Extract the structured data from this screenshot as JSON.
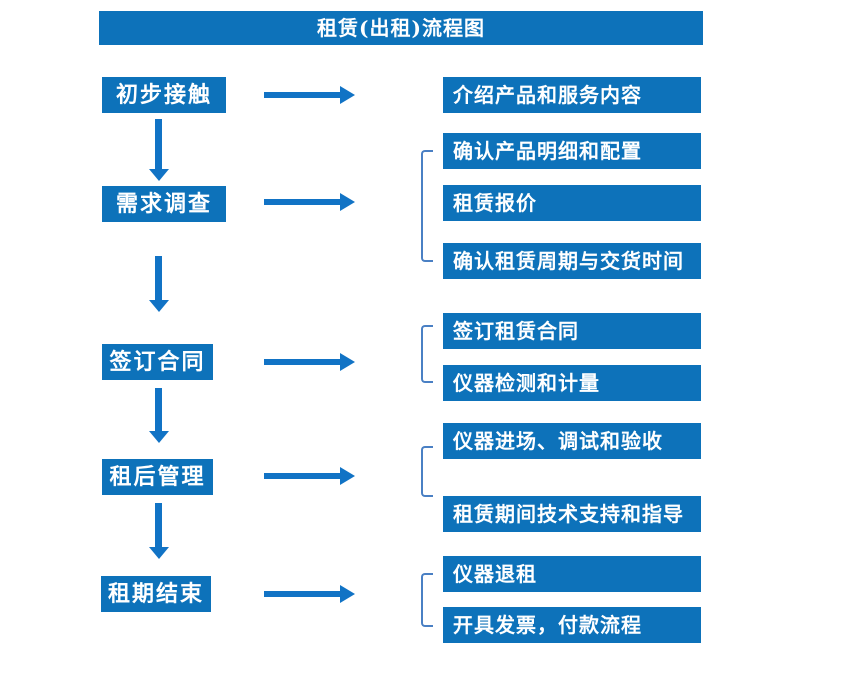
{
  "flow": {
    "title": "租赁(出租)流程图",
    "steps": [
      {
        "label": "初步接触",
        "details": [
          "介绍产品和服务内容"
        ]
      },
      {
        "label": "需求调查",
        "details": [
          "确认产品明细和配置",
          "租赁报价",
          "确认租赁周期与交货时间"
        ]
      },
      {
        "label": "签订合同",
        "details": [
          "签订租赁合同",
          "仪器检测和计量"
        ]
      },
      {
        "label": "租后管理",
        "details": [
          "仪器进场、调试和验收",
          "租赁期间技术支持和指导"
        ]
      },
      {
        "label": "租期结束",
        "details": [
          "仪器退租",
          "开具发票，付款流程"
        ]
      }
    ]
  },
  "colors": {
    "box-blue": "#0D72BA",
    "arrow-blue": "#1173C5",
    "bracket-blue": "#4A80C4",
    "box-text": "#FFFFFF"
  }
}
